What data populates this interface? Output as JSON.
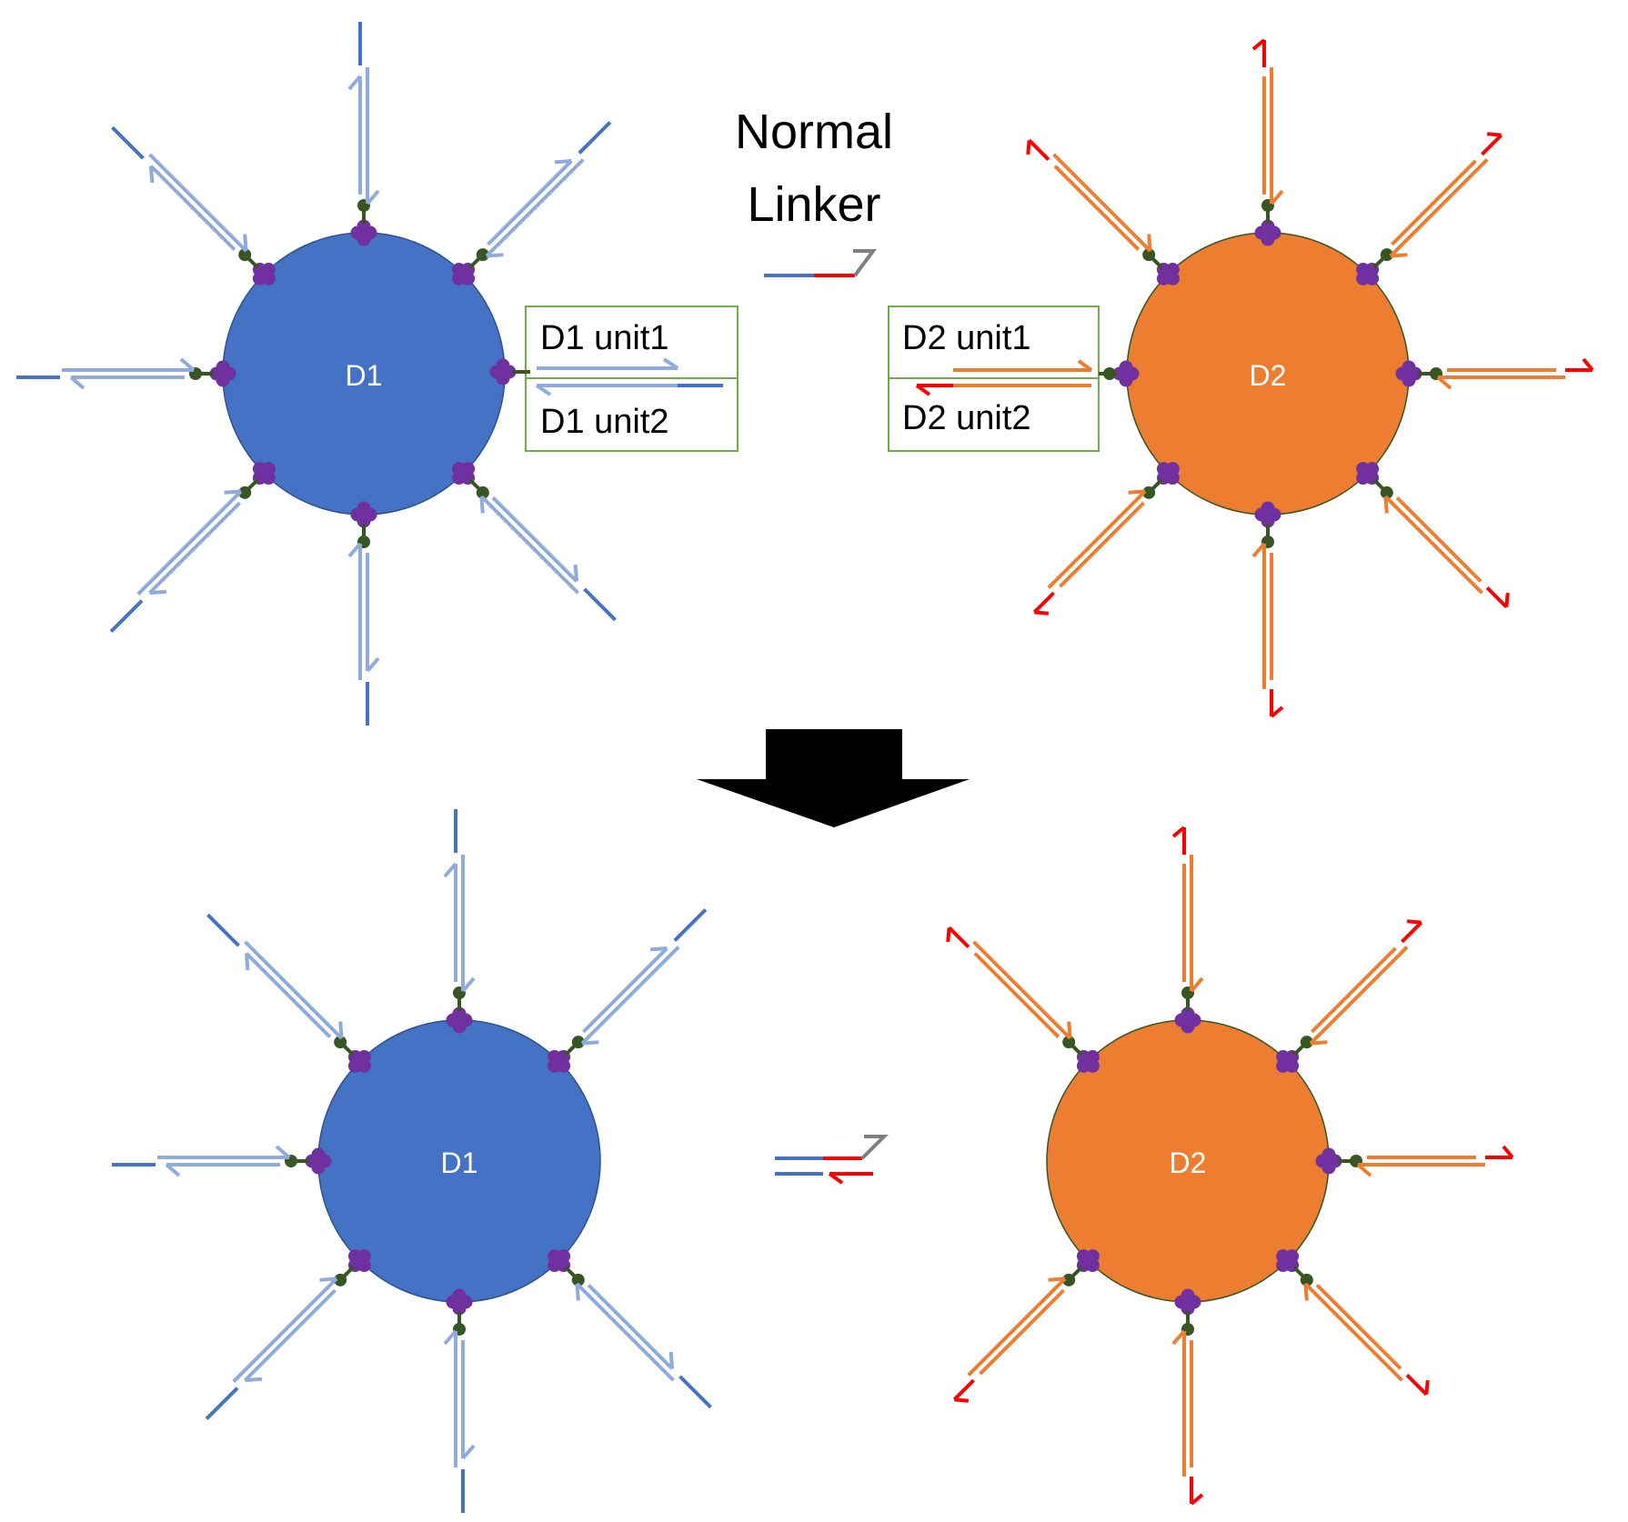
{
  "title_line1": "Normal",
  "title_line2": "Linker",
  "top": {
    "left_particle": {
      "label": "D1"
    },
    "right_particle": {
      "label": "D2"
    },
    "d1_unit1_label": "D1 unit1",
    "d1_unit2_label": "D1 unit2",
    "d2_unit1_label": "D2 unit1",
    "d2_unit2_label": "D2 unit2"
  },
  "bottom": {
    "left_particle": {
      "label": "D1"
    },
    "right_particle": {
      "label": "D2"
    }
  },
  "colors": {
    "d1_fill": "#4472c4",
    "d1_strand": "#8faadc",
    "d1_overhang": "#4472c4",
    "d2_fill": "#ed7d31",
    "d2_strand": "#ed7d31",
    "d2_overhang": "#ff0000",
    "linker_gray": "#7f7f7f",
    "anchor_green": "#375623",
    "protein_purple": "#7030a0",
    "box_green": "#70ad47",
    "arrow_black": "#000000"
  },
  "icons": {
    "arrow": "down-arrow-icon",
    "protein": "streptavidin-clover-icon",
    "anchor": "anchor-dot-icon"
  }
}
